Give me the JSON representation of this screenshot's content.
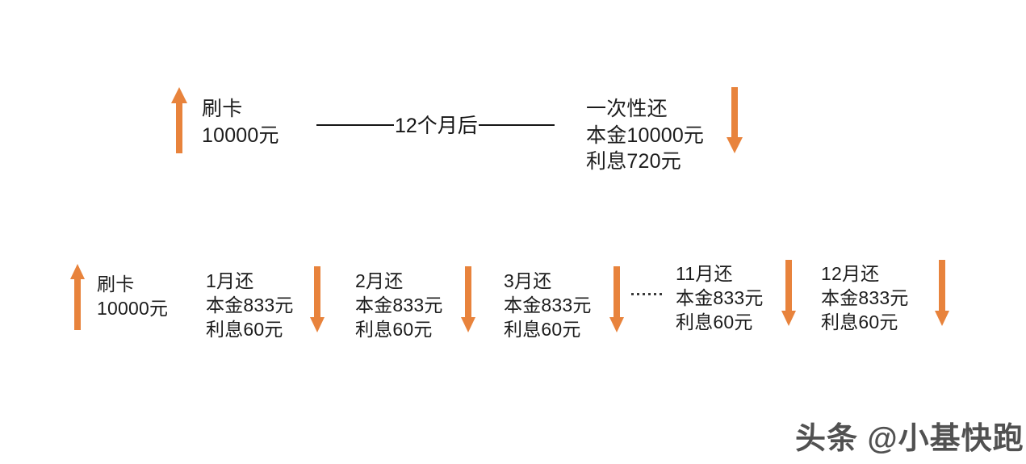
{
  "diagram": {
    "title_text": "",
    "accent_color": "#E8833C",
    "line_color": "#151515",
    "text_color": "#1c1c1c",
    "background": "#ffffff"
  },
  "lump_sum_row": {
    "start": {
      "arrow": "up-arrow",
      "lines": [
        "刷卡",
        "10000元"
      ]
    },
    "connector": {
      "caption": "12个月后"
    },
    "end": {
      "arrow": "down-arrow",
      "lines": [
        "一次性还",
        "本金10000元",
        "利息720元"
      ]
    }
  },
  "installment_row": {
    "start": {
      "arrow": "up-arrow",
      "lines": [
        "刷卡",
        "10000元"
      ]
    },
    "ellipsis": "……",
    "payments": [
      {
        "arrow": "down-arrow",
        "lines": [
          "1月还",
          "本金833元",
          "利息60元"
        ]
      },
      {
        "arrow": "down-arrow",
        "lines": [
          "2月还",
          "本金833元",
          "利息60元"
        ]
      },
      {
        "arrow": "down-arrow",
        "lines": [
          "3月还",
          "本金833元",
          "利息60元"
        ]
      },
      {
        "arrow": "down-arrow",
        "lines": [
          "11月还",
          "本金833元",
          "利息60元"
        ]
      },
      {
        "arrow": "down-arrow",
        "lines": [
          "12月还",
          "本金833元",
          "利息60元"
        ]
      }
    ]
  },
  "watermark": {
    "text": "头条 @小基快跑"
  }
}
